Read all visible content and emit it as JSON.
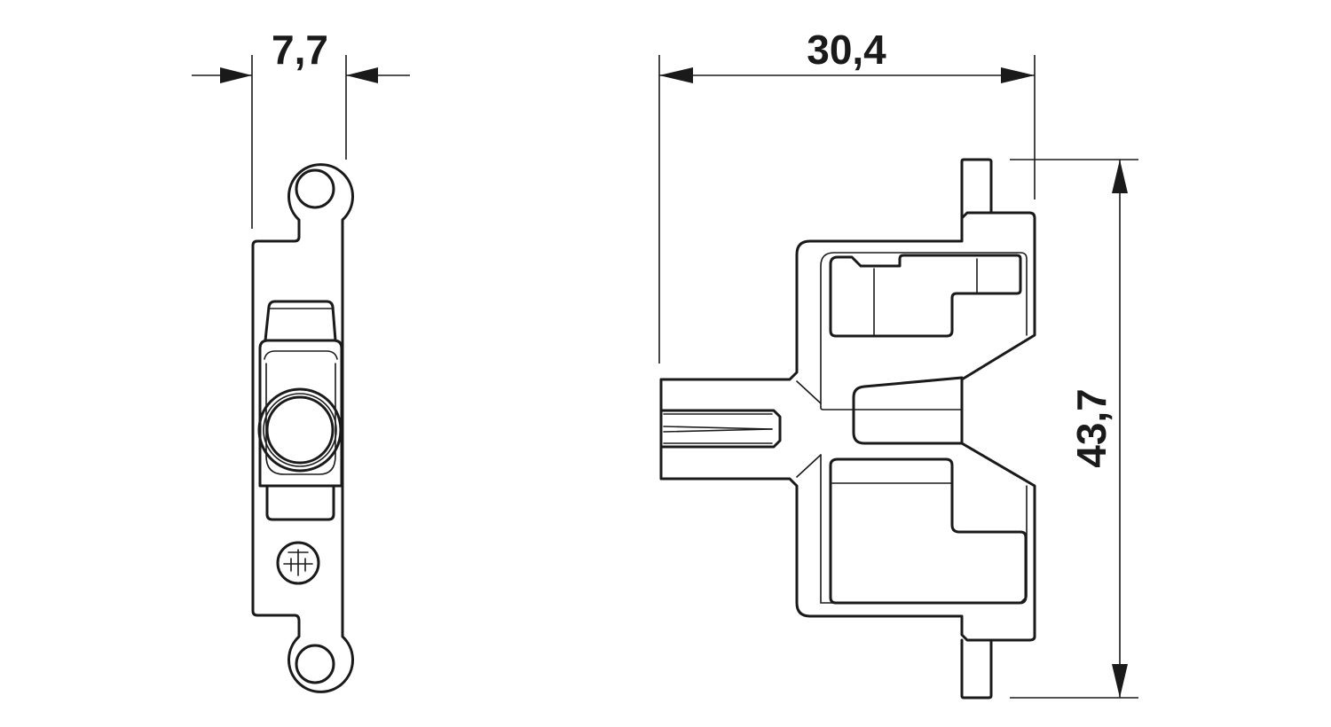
{
  "dimensions": {
    "width_side": "7,7",
    "width_front": "30,4",
    "height_front": "43,7"
  },
  "icons": {
    "ground_symbol": "ground-symbol-icon"
  }
}
